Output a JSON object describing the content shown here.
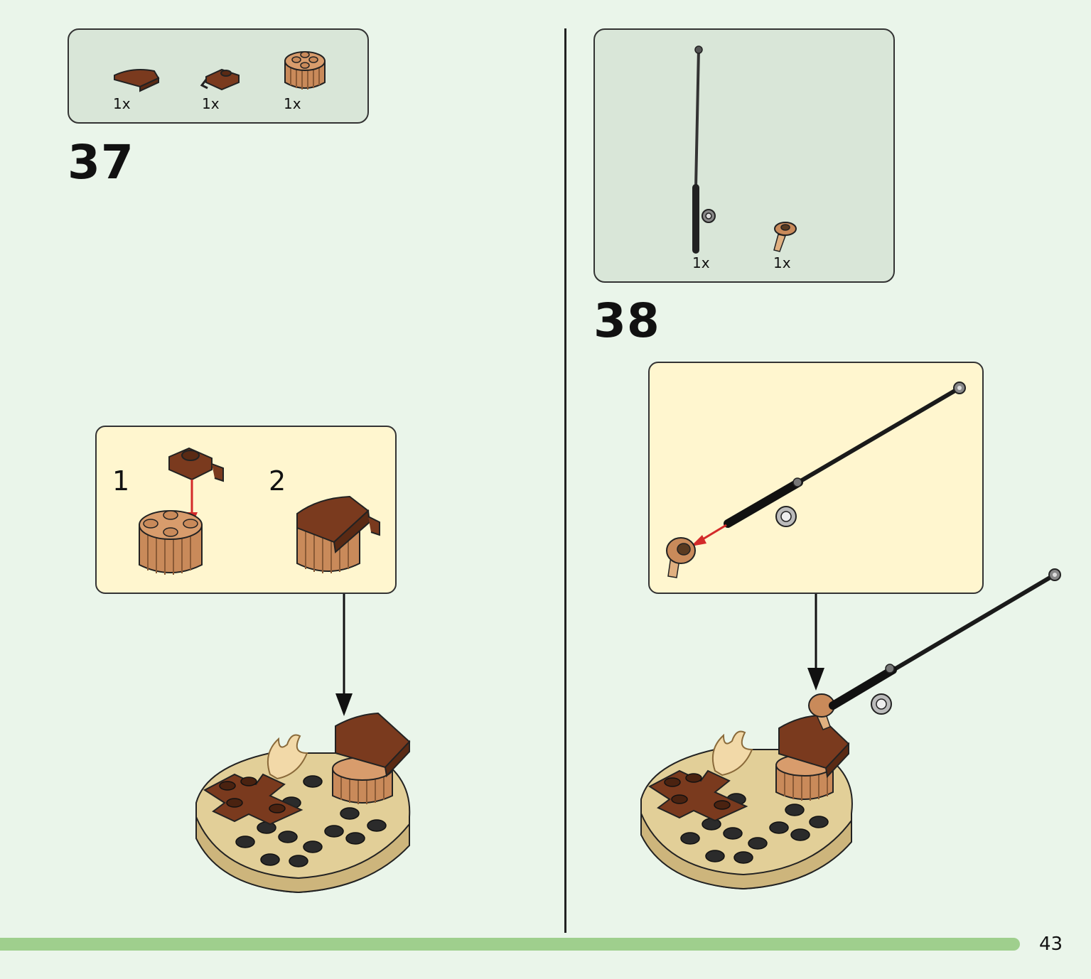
{
  "steps": [
    {
      "number": "37",
      "parts": [
        {
          "qty": "1x",
          "part": "reddish-brown-curved-slope"
        },
        {
          "qty": "1x",
          "part": "reddish-brown-clip-plate"
        },
        {
          "qty": "1x",
          "part": "medium-nougat-round-brick"
        }
      ],
      "substeps": [
        "1",
        "2"
      ]
    },
    {
      "number": "38",
      "parts": [
        {
          "qty": "1x",
          "part": "black-fishing-rod"
        },
        {
          "qty": "1x",
          "part": "medium-nougat-bar-holder"
        }
      ]
    }
  ],
  "page_number": "43",
  "colors": {
    "background": "#eaf5ea",
    "parts_box": "#d9e6d8",
    "sub_box": "#fff6cf",
    "reddish_brown": "#7a3a1e",
    "nougat": "#c98a5a",
    "tan": "#e2cf98",
    "black": "#222222",
    "arrow_red": "#d32a2a",
    "bottom_bar": "#9fcf8d"
  }
}
